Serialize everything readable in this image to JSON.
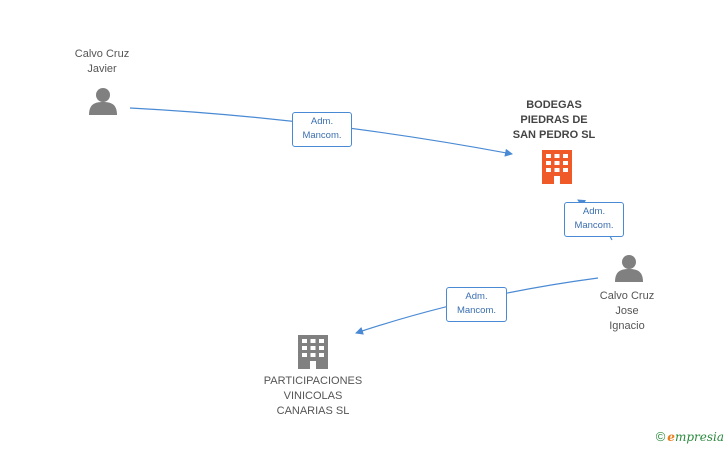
{
  "nodes": {
    "person_javier": {
      "label": "Calvo Cruz\nJavier",
      "type": "person"
    },
    "company_bodegas": {
      "label": "BODEGAS\nPIEDRAS DE\nSAN PEDRO SL",
      "type": "company",
      "highlight": true
    },
    "person_jose": {
      "label": "Calvo Cruz\nJose\nIgnacio",
      "type": "person"
    },
    "company_participaciones": {
      "label": "PARTICIPACIONES\nVINICOLAS\nCANARIAS SL",
      "type": "company"
    }
  },
  "edges": [
    {
      "from": "person_javier",
      "to": "company_bodegas",
      "label": "Adm.\nMancom."
    },
    {
      "from": "person_jose",
      "to": "company_bodegas",
      "label": "Adm.\nMancom."
    },
    {
      "from": "person_jose",
      "to": "company_participaciones",
      "label": "Adm.\nMancom."
    }
  ],
  "colors": {
    "edge": "#4a8ad4",
    "person_icon": "#808080",
    "company_highlight": "#f05a28",
    "company_default": "#808080"
  },
  "brand": {
    "copyright": "©",
    "initial": "e",
    "rest": "mpresia"
  }
}
